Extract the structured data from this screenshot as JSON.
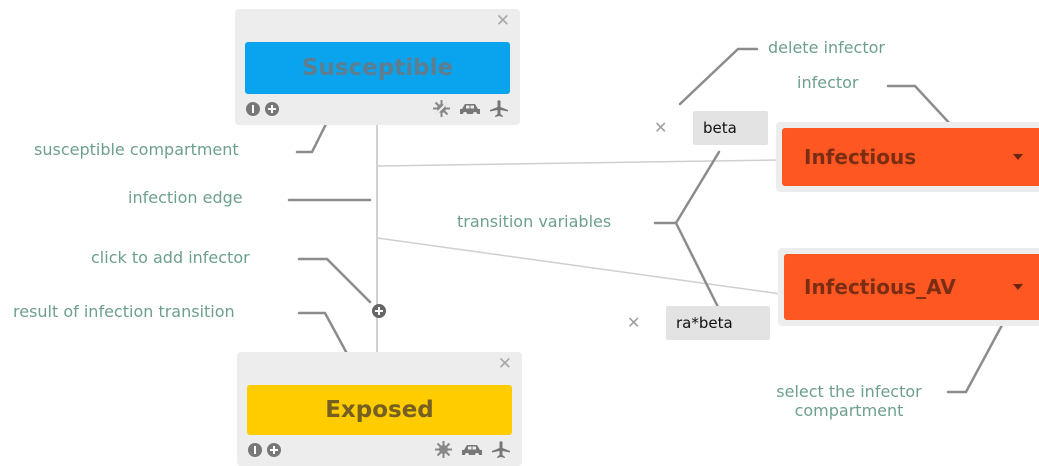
{
  "nodes": {
    "susceptible": {
      "label": "Susceptible",
      "color": "#0aa3ee"
    },
    "exposed": {
      "label": "Exposed",
      "color": "#ffcc00"
    }
  },
  "node_icons": [
    "info-icon",
    "add-icon",
    "no-travel-icon",
    "car-icon",
    "airplane-icon"
  ],
  "close_glyph": "✕",
  "infectors": [
    {
      "label": "Infectious",
      "color": "#ff5722",
      "variable": "beta"
    },
    {
      "label": "Infectious_AV",
      "color": "#ff5722",
      "variable": "ra*beta"
    }
  ],
  "annotations": {
    "susceptible_compartment": "susceptible compartment",
    "infection_edge": "infection edge",
    "click_to_add_infector": "click to add infector",
    "result_of_infection_transition": "result of infection transition",
    "delete_infector": "delete infector",
    "infector": "infector",
    "transition_variables": "transition variables",
    "select_infector_line1": "select the infector",
    "select_infector_line2": "compartment"
  }
}
